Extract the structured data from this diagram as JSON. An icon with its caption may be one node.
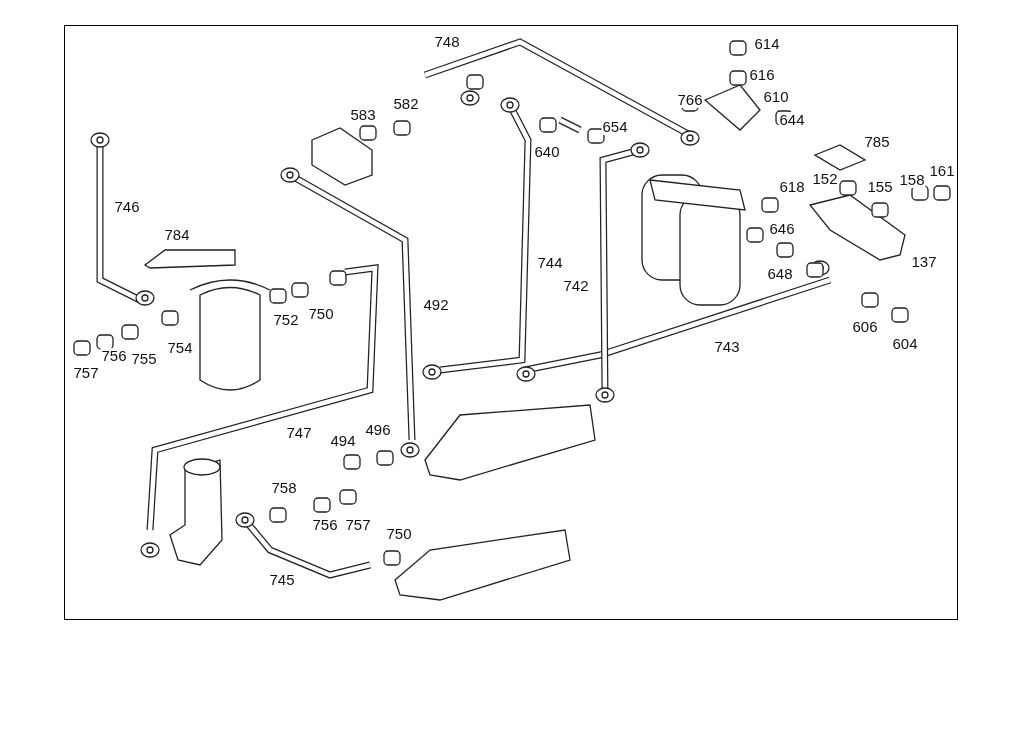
{
  "diagram": {
    "labels": [
      "748",
      "614",
      "616",
      "610",
      "583",
      "582",
      "766",
      "644",
      "654",
      "640",
      "785",
      "746",
      "618",
      "152",
      "155",
      "158",
      "161",
      "784",
      "744",
      "646",
      "742",
      "137",
      "648",
      "752",
      "750",
      "492",
      "606",
      "757",
      "756",
      "755",
      "754",
      "743",
      "604",
      "747",
      "494",
      "496",
      "758",
      "756",
      "757",
      "750",
      "745"
    ]
  }
}
